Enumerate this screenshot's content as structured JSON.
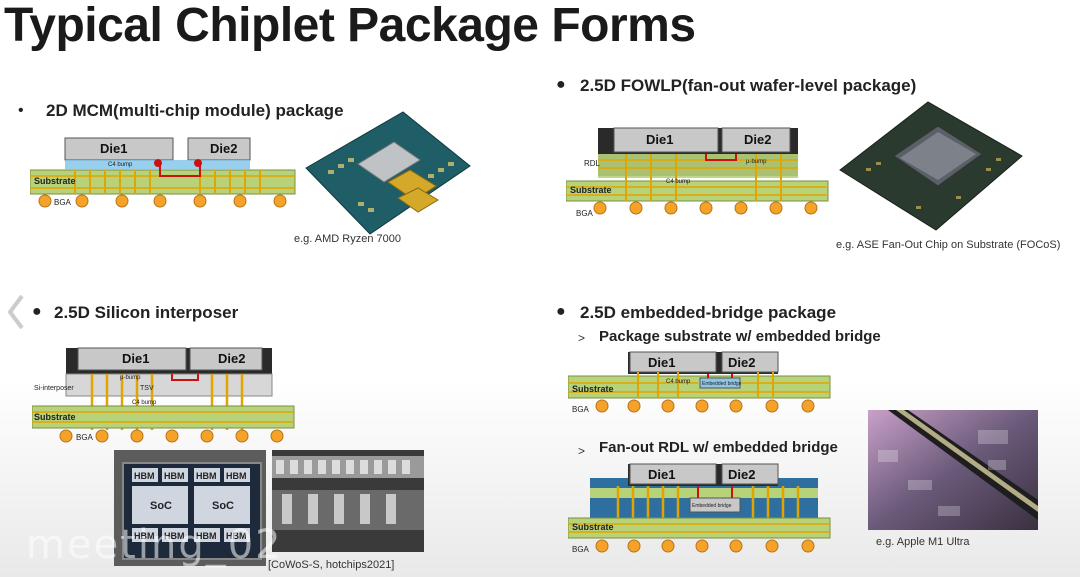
{
  "title": "Typical Chiplet Package Forms",
  "sections": {
    "mcm": {
      "heading": "2D MCM(multi-chip module) package",
      "caption": "e.g. AMD Ryzen 7000",
      "die1": "Die1",
      "die2": "Die2",
      "substrate": "Substrate",
      "bga": "BGA",
      "bump": "C4 bump"
    },
    "fowlp": {
      "heading": "2.5D FOWLP(fan-out wafer-level package)",
      "caption": "e.g. ASE Fan-Out Chip on Substrate (FOCoS)",
      "die1": "Die1",
      "die2": "Die2",
      "rdl": "RDL",
      "substrate": "Substrate",
      "bga": "BGA",
      "ubump": "µ-bump",
      "bump": "C4 bump"
    },
    "interposer": {
      "heading": "2.5D Silicon interposer",
      "caption": "[CoWoS-S, hotchips2021]",
      "die1": "Die1",
      "die2": "Die2",
      "si": "Si-interposer",
      "tsv": "TSV",
      "substrate": "Substrate",
      "bga": "BGA",
      "ubump": "µ-bump",
      "bump": "C4 bump",
      "hbm": "HBM",
      "soc": "SoC"
    },
    "bridge": {
      "heading": "2.5D embedded-bridge package",
      "sub1": "Package substrate w/ embedded bridge",
      "sub2": "Fan-out RDL w/ embedded bridge",
      "caption": "e.g. Apple M1 Ultra",
      "die1": "Die1",
      "die2": "Die2",
      "substrate": "Substrate",
      "bga": "BGA",
      "bump": "C4 bump",
      "bridge_label": "Embedded bridge"
    }
  },
  "watermark": "meeting_02",
  "colors": {
    "die": "#c8c8c8",
    "die_dark": "#3a3a3a",
    "substrate": "#b8d27a",
    "bump": "#f4a328",
    "trace": "#e2a500",
    "link": "#cc1111",
    "mold": "#2f6fa0"
  }
}
